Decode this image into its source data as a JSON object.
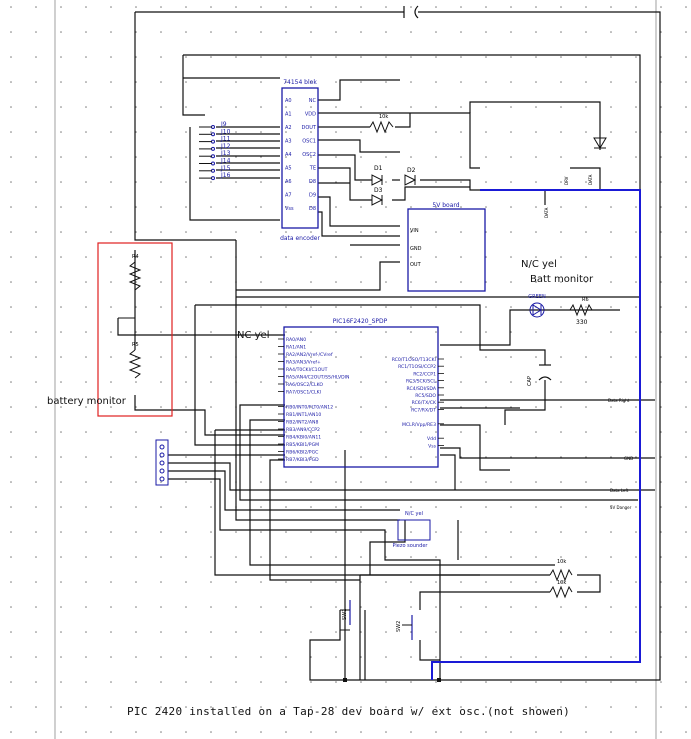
{
  "caption": "PIC 2420 installed on a Tap-28 dev board w/ ext osc.(not showen)",
  "notes": {
    "nc_yel_1": "N/C yel",
    "batt_monitor": "Batt monitor",
    "nc_yel_2": "NC yel",
    "battery_monitor": "battery monitor"
  },
  "components": {
    "decoder_title": "74154 blok",
    "decoder_label": "data encoder",
    "mcu_title": "PIC16F2420_SPDP",
    "regulator_title": "5V board",
    "led_label": "GREEN",
    "r_led": "330",
    "r_pull": "10k",
    "r_sw1": "10k",
    "r_sw2": "10k",
    "r4": "R4",
    "r5": "R5",
    "r6": "R6",
    "d1": "D1",
    "d2": "D2",
    "d3": "D3",
    "piezo_label": "Piezo sounder",
    "piezo_top": "N/C yel",
    "sw1": "SW1",
    "sw2": "SW2",
    "cap": "CAP"
  },
  "jumpers": [
    "J9",
    "J10",
    "J11",
    "J12",
    "J13",
    "J14",
    "J15",
    "J16"
  ],
  "decoder_left_pins": [
    "A0",
    "A1",
    "A2",
    "A3",
    "A4",
    "A5",
    "A6",
    "A7",
    "Vss"
  ],
  "decoder_right_pins": [
    "NC",
    "VDD",
    "DOUT",
    "OSC1",
    "OSC2",
    "TE",
    "D8",
    "D9",
    "D8"
  ],
  "mcu_left_pins": [
    "RA0/AN0",
    "RA1/AN1",
    "RA2/AN2/Vref-/CVref",
    "RA3/AN3/Vref+",
    "RA4/T0CKI/C1OUT",
    "RA5/AN4/C2OUT/SS/HLVDIN",
    "RA6/OSC2/CLKO",
    "RA7/OSC1/CLKI",
    "",
    "RB0/INT0/FLT0/AN12",
    "RB1/INT1/AN10",
    "RB2/INT2/AN8",
    "RB3/AN9/CCP2",
    "RB4/KBI0/AN11",
    "RB5/KBI1/PGM",
    "RB6/KBI2/PGC",
    "RB7/KBI3/PGD"
  ],
  "mcu_right_pins": [
    "RC0/T1OSO/T13CKI",
    "RC1/T1OSI/CCP2",
    "RC2/CCP1",
    "RC3/SCK/SCL",
    "RC4/SDI/SDA",
    "RC5/SDO",
    "RC6/TX/CK",
    "RC7/RX/DT",
    "",
    "MCLR/Vpp/RE3",
    "",
    "Vdd",
    "Vss"
  ],
  "net_labels": [
    "DATA",
    "DRV",
    "Data Right",
    "GND",
    "Data Left",
    "5V Danger",
    "VIN",
    "GND",
    "OUT"
  ]
}
